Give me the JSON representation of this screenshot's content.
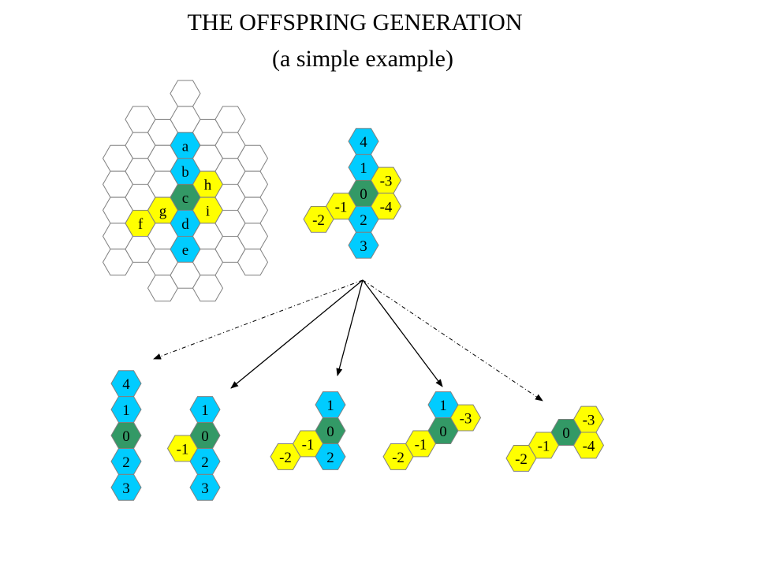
{
  "title": {
    "line1": "THE OFFSPRING GENERATION",
    "line2": "(a simple example)"
  },
  "colors": {
    "white": "#ffffff",
    "blue": "#00ccff",
    "green": "#339966",
    "yellow": "#ffff00",
    "stroke": "#808080"
  },
  "hex_labels": {
    "grid": {
      "a": "a",
      "b": "b",
      "c": "c",
      "d": "d",
      "e": "e",
      "f": "f",
      "g": "g",
      "h": "h",
      "i": "i"
    },
    "parent": {
      "top": "4",
      "upper": "1",
      "center": "0",
      "lower": "2",
      "bottom": "3",
      "left": "-1",
      "farleft": "-2",
      "upperright": "-3",
      "lowerright": "-4"
    },
    "child1": {
      "top": "4",
      "upper": "1",
      "center": "0",
      "lower": "2",
      "bottom": "3"
    },
    "child2": {
      "upper": "1",
      "center": "0",
      "left": "-1",
      "lower": "2",
      "bottom": "3"
    },
    "child3": {
      "upper": "1",
      "center": "0",
      "left": "-1",
      "farleft": "-2",
      "lower": "2"
    },
    "child4": {
      "upper": "1",
      "center": "0",
      "left": "-1",
      "farleft": "-2",
      "upperright": "-3"
    },
    "child5": {
      "center": "0",
      "left": "-1",
      "farleft": "-2",
      "upperright": "-3",
      "lowerright": "-4"
    }
  },
  "arrows": [
    {
      "to": "child1",
      "style": "dash-dot"
    },
    {
      "to": "child2",
      "style": "solid"
    },
    {
      "to": "child3",
      "style": "solid"
    },
    {
      "to": "child4",
      "style": "solid"
    },
    {
      "to": "child5",
      "style": "dash-dot"
    }
  ]
}
